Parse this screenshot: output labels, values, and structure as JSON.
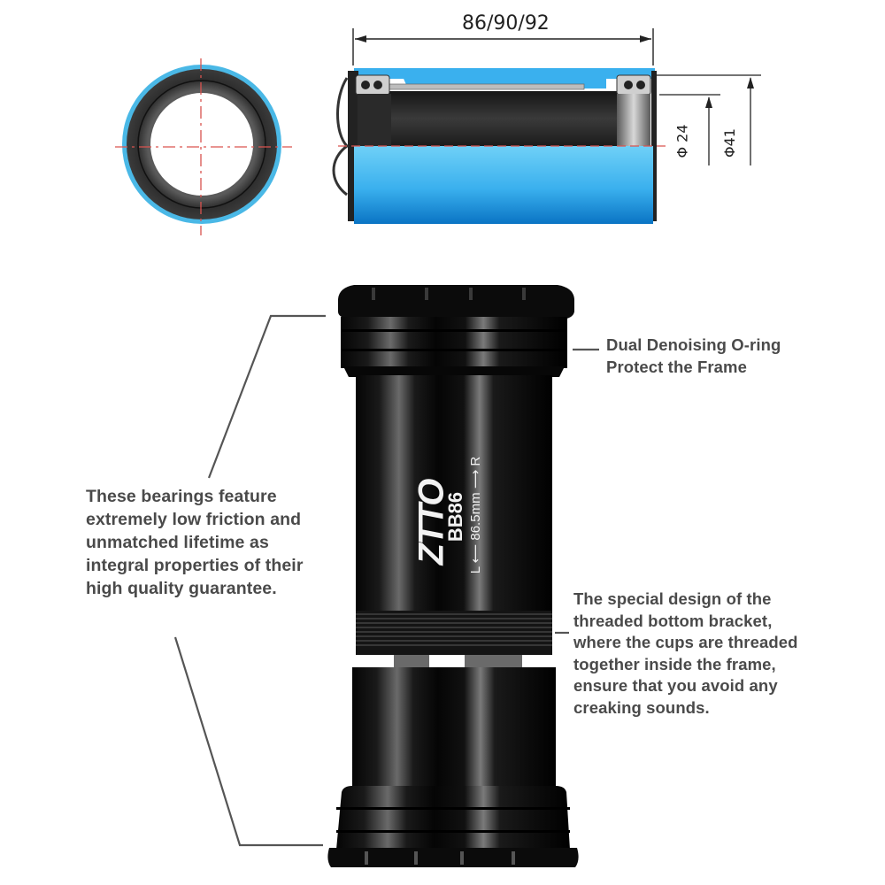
{
  "diagram": {
    "end_view": {
      "name": "bearing-end-view",
      "ring_color": "#4ab8e6",
      "cup_color": "#3a3a3a",
      "centerline_color": "#d9534f"
    },
    "section_view": {
      "name": "bottom-bracket-cross-section",
      "sleeve_color": "#3aa8e8",
      "length_label": "86/90/92",
      "inner_diameter_label": "Φ 24",
      "outer_diameter_label": "Φ41"
    }
  },
  "product": {
    "brand_mark": "ZTTO",
    "model": "BB86",
    "width_text": "L ⟵ 86.5mm ⟶ R",
    "body_color": "#0d0d0d"
  },
  "callouts": {
    "oring": "Dual Denoising O-ring\nProtect the Frame",
    "bearings": "These bearings feature\nextremely low friction and\nunmatched lifetime as\nintegral properties of their\nhigh quality guarantee.",
    "threaded": "The special design of the\nthreaded bottom bracket,\nwhere the cups are threaded\ntogether inside the frame,\nensure that you avoid any\ncreaking sounds."
  }
}
